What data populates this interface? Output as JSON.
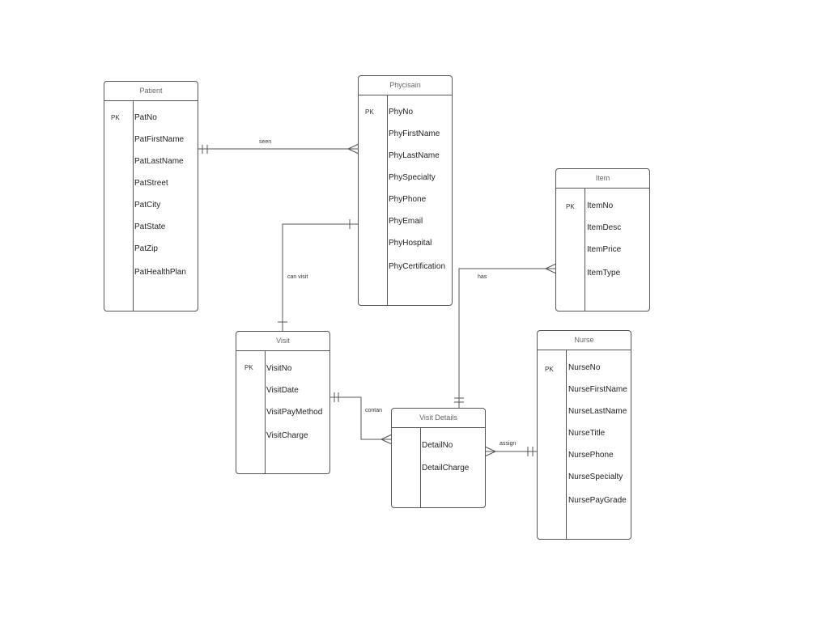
{
  "entities": {
    "patient": {
      "title": "Patient",
      "pk": "PK",
      "attributes": [
        "PatNo",
        "PatFirstName",
        "PatLastName",
        "PatStreet",
        "PatCity",
        "PatState",
        "PatZip",
        "PatHealthPlan"
      ]
    },
    "physician": {
      "title": "Phycisain",
      "pk": "PK",
      "attributes": [
        "PhyNo",
        "PhyFirstName",
        "PhyLastName",
        "PhySpecialty",
        "PhyPhone",
        "PhyEmail",
        "PhyHospital",
        "PhyCertification"
      ]
    },
    "item": {
      "title": "Item",
      "pk": "PK",
      "attributes": [
        "ItemNo",
        "ItemDesc",
        "ItemPrice",
        "ItemType"
      ]
    },
    "visit": {
      "title": "Visit",
      "pk": "PK",
      "attributes": [
        "VisitNo",
        "VisitDate",
        "VisitPayMethod",
        "VisitCharge"
      ]
    },
    "visit_details": {
      "title": "Visit Details",
      "attributes": [
        "DetailNo",
        "DetailCharge"
      ]
    },
    "nurse": {
      "title": "Nurse",
      "pk": "PK",
      "attributes": [
        "NurseNo",
        "NurseFirstName",
        "NurseLastName",
        "NurseTitle",
        "NursePhone",
        "NurseSpecialty",
        "NursePayGrade"
      ]
    }
  },
  "relationships": {
    "seen": "seen",
    "can_visit": "can visit",
    "has": "has",
    "contain": "contan",
    "assign": "assign"
  }
}
